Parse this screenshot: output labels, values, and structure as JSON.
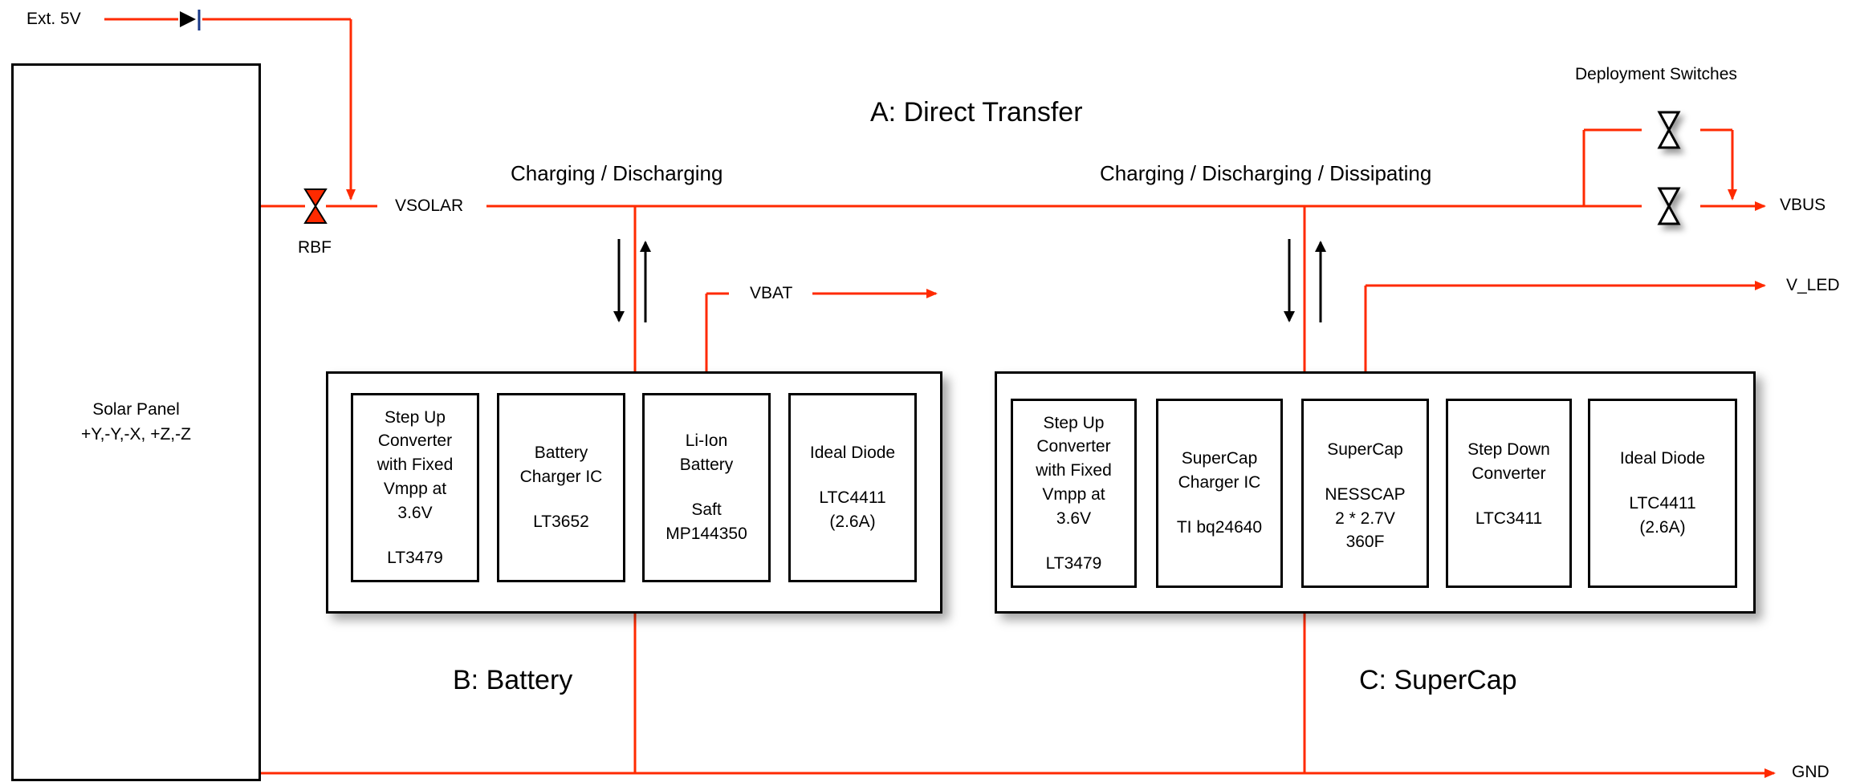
{
  "labels": {
    "ext5v": "Ext. 5V",
    "vsolar": "VSOLAR",
    "rbf": "RBF",
    "direct_transfer": "A: Direct Transfer",
    "charging_discharging": "Charging / Discharging",
    "charging_discharging_dissipating": "Charging / Discharging / Dissipating",
    "deployment_switches": "Deployment Switches",
    "vbus": "VBUS",
    "vbat": "VBAT",
    "v_led": "V_LED",
    "gnd": "GND",
    "battery_section": "B: Battery",
    "supercap_section": "C: SuperCap"
  },
  "solar_panel": {
    "line1": "Solar Panel",
    "line2": "+Y,-Y,-X, +Z,-Z"
  },
  "battery_blocks": [
    {
      "lines": [
        "Step Up",
        "Converter",
        "with Fixed",
        "Vmpp at",
        "3.6V"
      ],
      "part": "LT3479"
    },
    {
      "lines": [
        "Battery",
        "Charger IC"
      ],
      "part": "LT3652"
    },
    {
      "lines": [
        "Li-Ion",
        "Battery"
      ],
      "part": "Saft\nMP144350"
    },
    {
      "lines": [
        "Ideal Diode"
      ],
      "part": "LTC4411\n(2.6A)"
    }
  ],
  "supercap_blocks": [
    {
      "lines": [
        "Step Up",
        "Converter",
        "with Fixed",
        "Vmpp at",
        "3.6V"
      ],
      "part": "LT3479"
    },
    {
      "lines": [
        "SuperCap",
        "Charger IC"
      ],
      "part": "TI bq24640"
    },
    {
      "lines": [
        "SuperCap"
      ],
      "part": "NESSCAP\n2 * 2.7V\n360F"
    },
    {
      "lines": [
        "Step Down",
        "Converter"
      ],
      "part": "LTC3411"
    },
    {
      "lines": [
        "Ideal Diode"
      ],
      "part": "LTC4411\n(2.6A)"
    }
  ],
  "colors": {
    "wire": "#ff2a00",
    "ink": "#000000"
  }
}
